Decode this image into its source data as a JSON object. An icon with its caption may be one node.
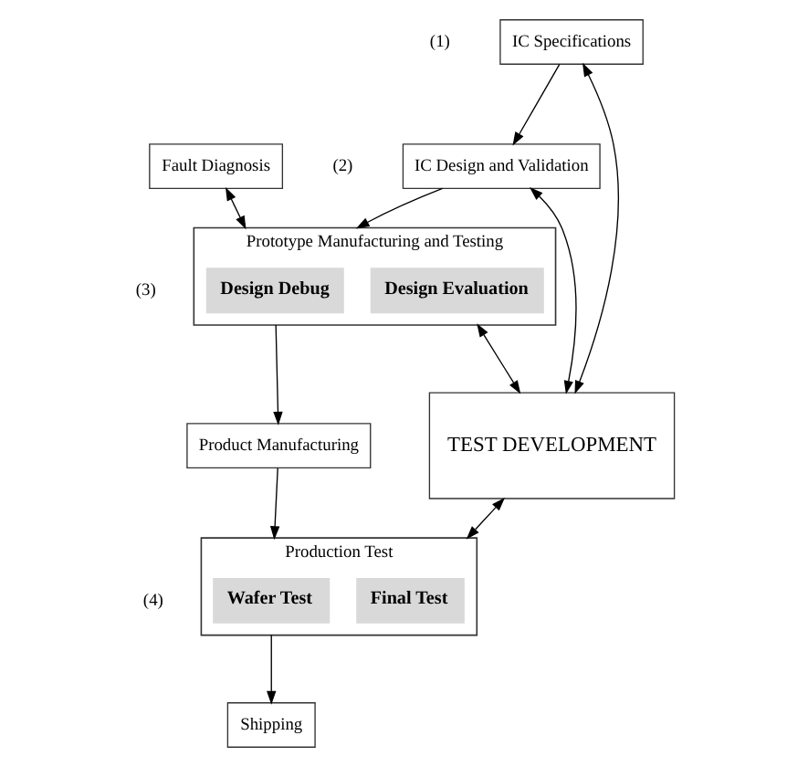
{
  "diagram": {
    "nodes": [
      {
        "text": [
          "IC Specifications"
        ],
        "beside": [
          "(1)"
        ]
      },
      {
        "text": [
          "IC Design and Validation"
        ],
        "beside": [
          "(2)"
        ]
      },
      {
        "text": [
          "Fault Diagnosis"
        ]
      },
      {
        "text": [
          "Prototype Manufacturing and Testing"
        ],
        "beside": [
          "(3)"
        ]
      },
      {
        "text": [
          "Design Debug"
        ],
        "in": 3
      },
      {
        "text": [
          "Design Evaluation"
        ],
        "in": 3
      },
      {
        "text": [
          "Product Manufacturing"
        ]
      },
      {
        "text": [
          "Production Test"
        ],
        "beside": [
          "(4)"
        ]
      },
      {
        "text": [
          "Wafer Test"
        ],
        "in": 7
      },
      {
        "text": [
          "Final Test"
        ],
        "in": 7
      },
      {
        "text": [
          "Shipping"
        ]
      },
      {
        "text": [
          "TEST DEVELOPMENT"
        ]
      }
    ],
    "edges": [
      {
        "from": 0,
        "to": 1,
        "arrow": "to"
      },
      {
        "from": 0,
        "to": 11,
        "arrow": "both"
      },
      {
        "from": 1,
        "to": 3,
        "arrow": "to"
      },
      {
        "from": 1,
        "to": 11,
        "arrow": "both"
      },
      {
        "from": 2,
        "to": 3,
        "arrow": "both"
      },
      {
        "from": 3,
        "to": 11,
        "arrow": "both"
      },
      {
        "from": 3,
        "to": 6,
        "arrow": "to"
      },
      {
        "from": 6,
        "to": 7,
        "arrow": "to"
      },
      {
        "from": 7,
        "to": 11,
        "arrow": "both"
      },
      {
        "from": 7,
        "to": 10,
        "arrow": "to"
      }
    ]
  }
}
